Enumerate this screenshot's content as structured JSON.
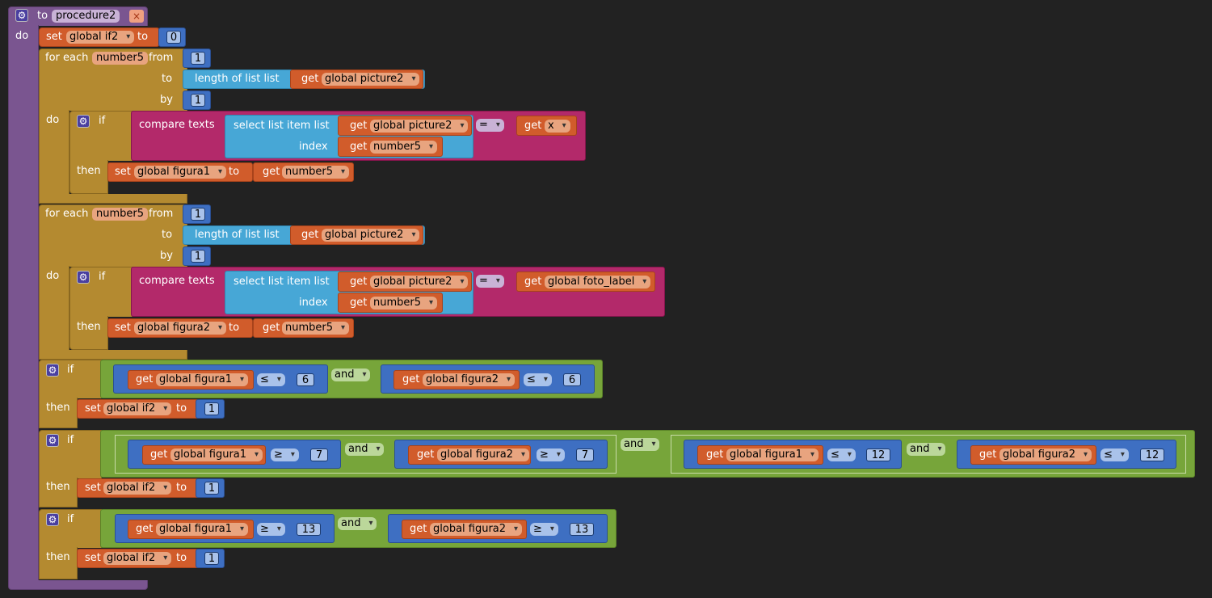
{
  "procedure": {
    "keyword": "to",
    "name": "procedure2",
    "close": "×",
    "do": "do"
  },
  "set1": {
    "set": "set",
    "var": "global if2",
    "to": "to",
    "value": "0"
  },
  "loop1": {
    "for_each": "for each",
    "var": "number5",
    "from": "from",
    "from_val": "1",
    "to": "to",
    "len_label": "length of list  list",
    "get": "get",
    "list_var": "global picture2",
    "by": "by",
    "by_val": "1",
    "do": "do",
    "if": "if",
    "compare": "compare texts",
    "select": "select list item  list",
    "index": "index",
    "sel_get": "get",
    "sel_var": "global picture2",
    "idx_get": "get",
    "idx_var": "number5",
    "op": "=",
    "rhs_get": "get",
    "rhs_var": "x",
    "then": "then",
    "set": "set",
    "set_var": "global figura1",
    "set_to": "to",
    "val_get": "get",
    "val_var": "number5"
  },
  "loop2": {
    "for_each": "for each",
    "var": "number5",
    "from": "from",
    "from_val": "1",
    "to": "to",
    "len_label": "length of list  list",
    "get": "get",
    "list_var": "global picture2",
    "by": "by",
    "by_val": "1",
    "do": "do",
    "if": "if",
    "compare": "compare texts",
    "select": "select list item  list",
    "index": "index",
    "sel_get": "get",
    "sel_var": "global picture2",
    "idx_get": "get",
    "idx_var": "number5",
    "op": "=",
    "rhs_get": "get",
    "rhs_var": "global foto_label",
    "then": "then",
    "set": "set",
    "set_var": "global figura2",
    "set_to": "to",
    "val_get": "get",
    "val_var": "number5"
  },
  "if1": {
    "if": "if",
    "then": "then",
    "and": "and",
    "a_get": "get",
    "a_var": "global figura1",
    "a_op": "≤",
    "a_val": "6",
    "b_get": "get",
    "b_var": "global figura2",
    "b_op": "≤",
    "b_val": "6",
    "set": "set",
    "set_var": "global if2",
    "set_to": "to",
    "set_val": "1"
  },
  "if2": {
    "if": "if",
    "then": "then",
    "and1": "and",
    "and_mid": "and",
    "and2": "and",
    "a_get": "get",
    "a_var": "global figura1",
    "a_op": "≥",
    "a_val": "7",
    "b_get": "get",
    "b_var": "global figura2",
    "b_op": "≥",
    "b_val": "7",
    "c_get": "get",
    "c_var": "global figura1",
    "c_op": "≤",
    "c_val": "12",
    "d_get": "get",
    "d_var": "global figura2",
    "d_op": "≤",
    "d_val": "12",
    "set": "set",
    "set_var": "global if2",
    "set_to": "to",
    "set_val": "1"
  },
  "if3": {
    "if": "if",
    "then": "then",
    "and": "and",
    "a_get": "get",
    "a_var": "global figura1",
    "a_op": "≥",
    "a_val": "13",
    "b_get": "get",
    "b_var": "global figura2",
    "b_op": "≥",
    "b_val": "13",
    "set": "set",
    "set_var": "global if2",
    "set_to": "to",
    "set_val": "1"
  },
  "colors": {
    "procedure": "#7a5590",
    "control": "#b48a30",
    "variables": "#d15c2b",
    "math": "#3e6fc2",
    "lists": "#47a7d6",
    "text": "#b3296a",
    "logic": "#77a53a"
  },
  "icons": {
    "mutator": "gear-icon",
    "delete": "close-icon"
  }
}
